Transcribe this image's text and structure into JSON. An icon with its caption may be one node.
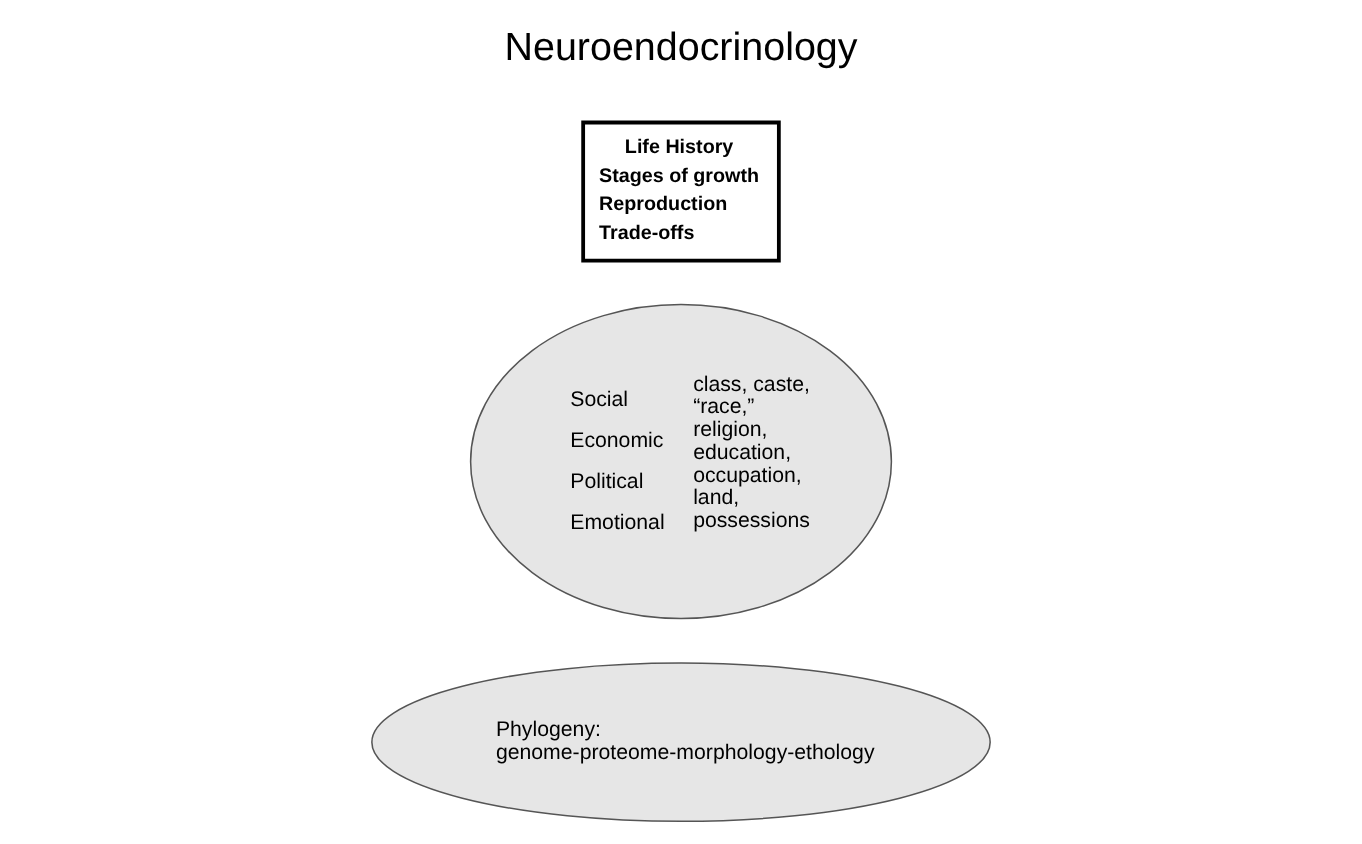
{
  "diagram": {
    "nodes": [
      {
        "text": [
          "Phylogeny: genome-proteome-morphology-ethology"
        ]
      },
      {
        "text": [
          "Social",
          "Economic",
          "Political",
          "Emotional",
          "class, caste, “race,” religion, education, occupation, land, possessions"
        ]
      },
      {
        "text": [
          "Life History",
          "Stages of growth",
          "Reproduction",
          "Trade-offs"
        ]
      }
    ],
    "labels": [
      "Neuroendocrinology"
    ]
  }
}
